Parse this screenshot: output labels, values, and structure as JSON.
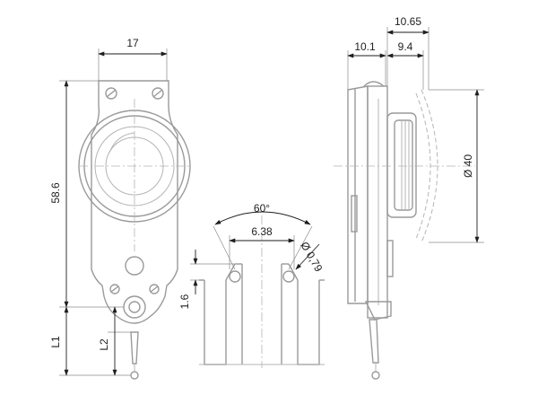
{
  "dimensions": {
    "d17": "17",
    "d586": "58.6",
    "dL1": "L1",
    "dL2": "L2",
    "d16": "1.6",
    "d60": "60°",
    "d638": "6.38",
    "d079": "Ø 0,79",
    "d101": "10.1",
    "d94": "9.4",
    "d1065": "10.65",
    "d40": "Ø 40"
  },
  "colors": {
    "outline": "#9a9a9a",
    "dimension": "#1e1e1e"
  }
}
